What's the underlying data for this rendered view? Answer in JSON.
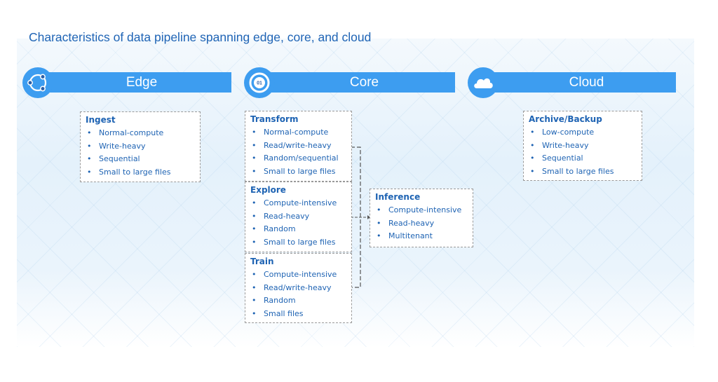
{
  "title": "Characteristics of data pipeline spanning edge, core, and cloud",
  "colors": {
    "accent": "#3d9df0",
    "text": "#1e63b3",
    "border": "#9a9a9a"
  },
  "stages": [
    {
      "label": "Edge",
      "icon": "network-nodes-icon"
    },
    {
      "label": "Core",
      "icon": "processor-chip-icon",
      "icon_text": "01"
    },
    {
      "label": "Cloud",
      "icon": "cloud-icon"
    }
  ],
  "boxes": {
    "ingest": {
      "title": "Ingest",
      "items": [
        "Normal-compute",
        "Write-heavy",
        "Sequential",
        "Small to large files"
      ]
    },
    "transform": {
      "title": "Transform",
      "items": [
        "Normal-compute",
        "Read/write-heavy",
        "Random/sequential",
        "Small to large files"
      ]
    },
    "explore": {
      "title": "Explore",
      "items": [
        "Compute-intensive",
        "Read-heavy",
        "Random",
        "Small to large files"
      ]
    },
    "train": {
      "title": "Train",
      "items": [
        "Compute-intensive",
        "Read/write-heavy",
        "Random",
        "Small files"
      ]
    },
    "inference": {
      "title": "Inference",
      "items": [
        "Compute-intensive",
        "Read-heavy",
        "Multitenant"
      ]
    },
    "archive": {
      "title": "Archive/Backup",
      "items": [
        "Low-compute",
        "Write-heavy",
        "Sequential",
        "Small to large files"
      ]
    }
  },
  "bullet": "•"
}
